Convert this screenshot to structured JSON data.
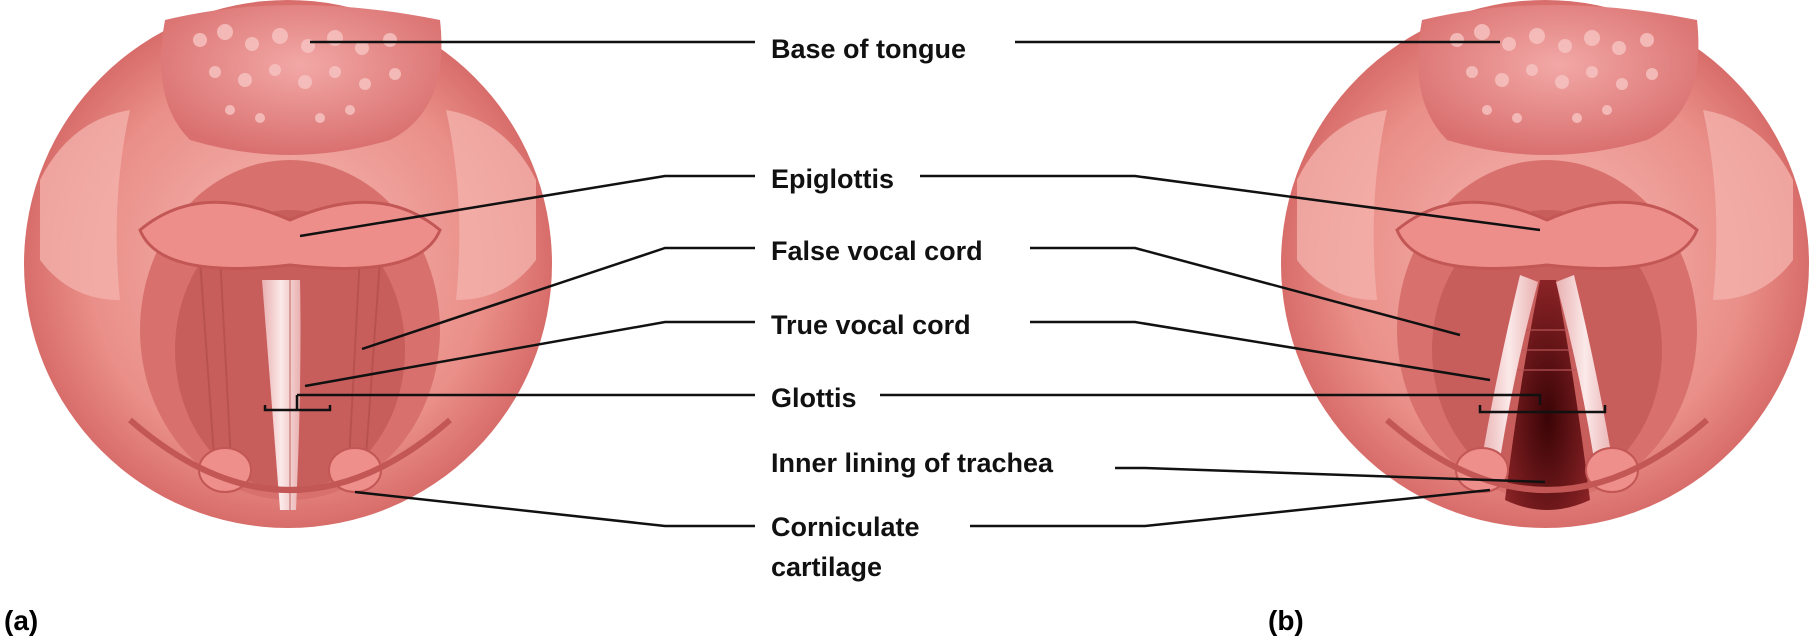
{
  "figure": {
    "panels": [
      {
        "id": "a",
        "letter": "(a)",
        "state": "closed"
      },
      {
        "id": "b",
        "letter": "(b)",
        "state": "open"
      }
    ],
    "labels": {
      "base_of_tongue": "Base of tongue",
      "epiglottis": "Epiglottis",
      "false_vocal_cord": "False vocal cord",
      "true_vocal_cord": "True vocal cord",
      "glottis": "Glottis",
      "inner_lining_of_trachea": "Inner lining of trachea",
      "corniculate_cartilage_line1": "Corniculate",
      "corniculate_cartilage_line2": "cartilage"
    }
  },
  "colors": {
    "tissue": "#e9837e",
    "tissue_light": "#f4b3ad",
    "tissue_dark": "#c95a58",
    "tongue": "#e98a8a",
    "cord": "#f3d3d3",
    "airway": "#5b0b0e",
    "leader": "#111111"
  }
}
